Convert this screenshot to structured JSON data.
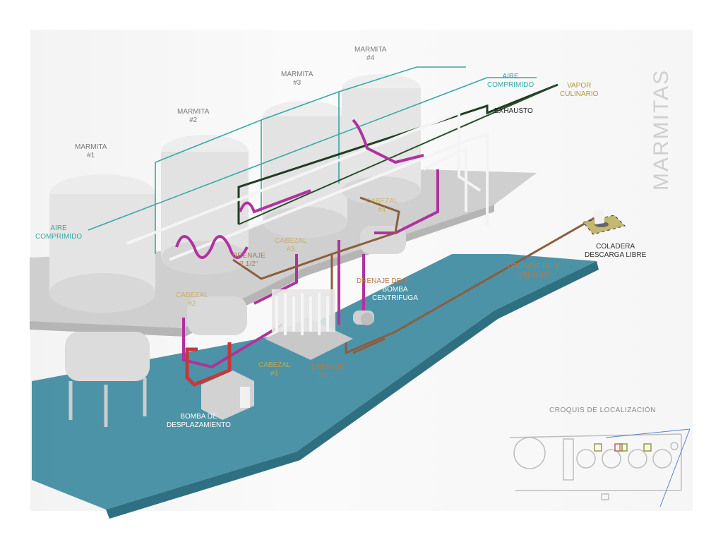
{
  "title": "MARMITAS",
  "kettles": [
    {
      "label": "MARMITA",
      "number": "#1"
    },
    {
      "label": "MARMITA",
      "number": "#2"
    },
    {
      "label": "MARMITA",
      "number": "#3"
    },
    {
      "label": "MARMITA",
      "number": "#4"
    }
  ],
  "utilities": {
    "air_left": {
      "line1": "AIRE",
      "line2": "COMPRIMIDO"
    },
    "air_right": {
      "line1": "AIRE",
      "line2": "COMPRIMIDO"
    },
    "steam": {
      "line1": "VAPOR",
      "line2": "CULINARIO"
    },
    "exhaust": "EXHAUSTO"
  },
  "headers": [
    {
      "label": "CABEZAL",
      "number": "#1"
    },
    {
      "label": "CABEZAL",
      "number": "#2"
    },
    {
      "label": "CABEZAL",
      "number": "#3"
    },
    {
      "label": "CABEZAL",
      "number": "#4"
    }
  ],
  "drains": {
    "drain_2_5": {
      "line1": "DRENAJE",
      "line2": "2 1/2\""
    },
    "drain_3_upper": "DRENAJE DE 3\"",
    "drain_3_lower": {
      "line1": "DRENAJE",
      "line2": "DE 3\""
    },
    "drain_4": {
      "line1": "DRENAJE DE 4\"",
      "line2": "PEND 2%"
    }
  },
  "equipment": {
    "centrifugal_pump": {
      "line1": "BOMBA",
      "line2": "CENTRIFUGA"
    },
    "displacement_pump": {
      "line1": "BOMBA DE",
      "line2": "DESPLAZAMIENTO"
    },
    "drain_grate": {
      "line1": "COLADERA",
      "line2": "DESCARGA LIBRE"
    }
  },
  "location_sketch": {
    "title": "CROQUIS DE LOCALIZACIÓN"
  },
  "colors": {
    "compressed_air": "#35a9a4",
    "steam": "#a59a3a",
    "exhaust": "#1f3d22",
    "product": "#b0329e",
    "drain": "#8b5e3c",
    "floor": "#3e8aa0"
  }
}
